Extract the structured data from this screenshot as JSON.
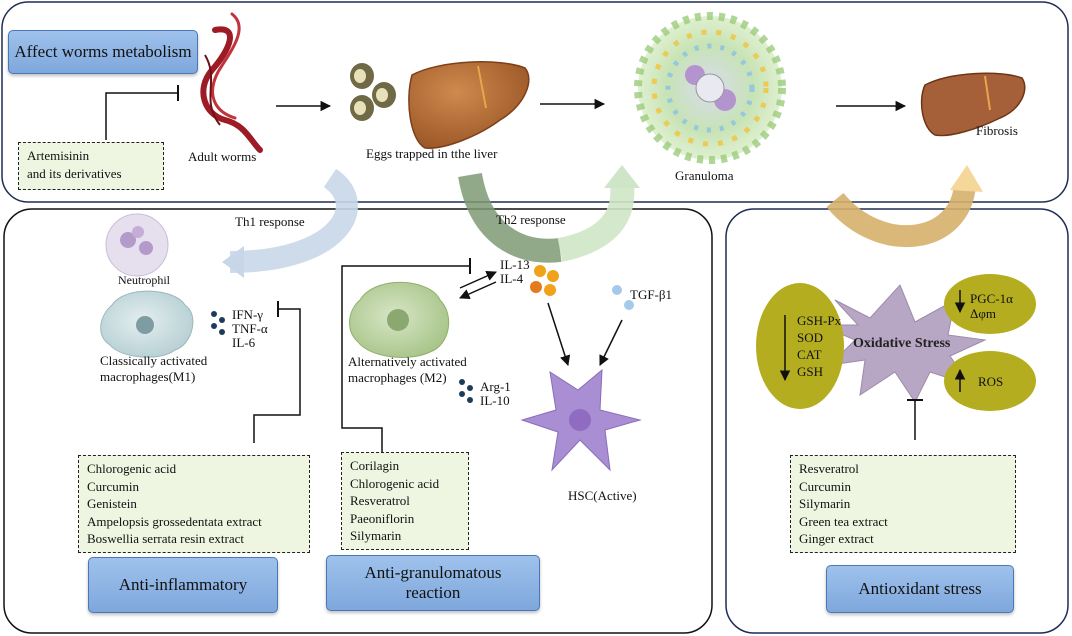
{
  "colors": {
    "panel_border": "#1f2d55",
    "button_fill": "#8fb4e6",
    "drug_box_fill": "#eef6e2",
    "liver": "#b5703a",
    "worm": "#9d1b24",
    "oxidative_ellipse": "#b5ad20",
    "oxidative_star": "#b7a6c4",
    "hsc": "#a98ed3",
    "th1_arrow": "#c8d7e8",
    "th2_arrow": "#7f9a74"
  },
  "icons": [
    "worm-icon",
    "eggs-icon",
    "liver-icon",
    "granuloma-icon",
    "fibrotic-liver-icon",
    "neutrophil-icon",
    "macrophage-icon",
    "hsc-icon",
    "cytokine-dots-icon"
  ],
  "top": {
    "affect_button": "Affect worms metabolism",
    "adult_worms": "Adult worms",
    "eggs": "Eggs trapped in tthe liver",
    "granuloma": "Granuloma",
    "fibrosis": "Fibrosis",
    "artemisinin": [
      "Artemisinin",
      "and its derivatives"
    ]
  },
  "middle": {
    "th1": "Th1 response",
    "th2": "Th2 response",
    "neutrophil": "Neutrophil",
    "m1": [
      "Classically activated",
      "macrophages(M1)"
    ],
    "m1_cytokines": [
      "IFN-γ",
      "TNF-α",
      "IL-6"
    ],
    "m2": [
      "Alternatively activated",
      "macrophages (M2)"
    ],
    "m2_cytokines": [
      "Arg-1",
      "IL-10"
    ],
    "th2_cytokines": [
      "IL-13",
      "IL-4"
    ],
    "tgf": "TGF-β1",
    "hsc": "HSC(Active)",
    "anti_inflammatory_drugs": [
      "Chlorogenic acid",
      "Curcumin",
      "Genistein",
      "Ampelopsis grossedentata extract",
      "Boswellia serrata resin extract"
    ],
    "anti_granulomatous_drugs": [
      "Corilagin",
      "Chlorogenic acid",
      "Resveratrol",
      "Paeoniflorin",
      "Silymarin"
    ],
    "anti_inflammatory_button": "Anti-inflammatory",
    "anti_granulomatous_button": [
      "Anti-granulomatous",
      "reaction"
    ]
  },
  "right": {
    "oxidative_stress": "Oxidative Stress",
    "enzymes": [
      "GSH-Px",
      "SOD",
      "CAT",
      "GSH"
    ],
    "pgc": [
      "PGC-1α",
      "Δφm"
    ],
    "ros": "ROS",
    "antioxidant_drugs": [
      "Resveratrol",
      "Curcumin",
      "Silymarin",
      "Green tea extract",
      "Ginger extract"
    ],
    "antioxidant_button": "Antioxidant stress"
  }
}
